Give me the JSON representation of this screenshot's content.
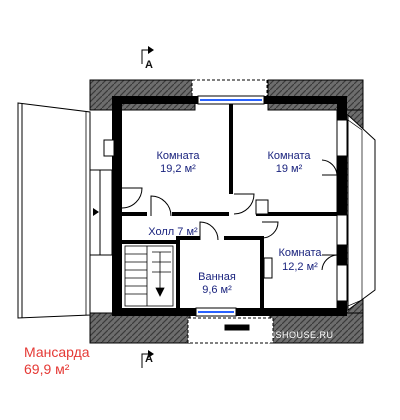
{
  "section_marker": "A",
  "floor": {
    "name": "Мансарда",
    "area": "69,9 м²"
  },
  "rooms": {
    "room1": {
      "name": "Комната",
      "area": "19,2 м²"
    },
    "room2": {
      "name": "Комната",
      "area": "19 м²"
    },
    "hall": {
      "label": "Холл 7 м²"
    },
    "bath": {
      "name": "Ванная",
      "area": "9,6 м²"
    },
    "room3": {
      "name": "Комната",
      "area": "12,2 м²"
    }
  },
  "watermark": "PLANSHOUSE.RU",
  "colors": {
    "wall": "#000000",
    "title": "#e53935",
    "label": "#1a237e",
    "window": "#2962ff"
  }
}
